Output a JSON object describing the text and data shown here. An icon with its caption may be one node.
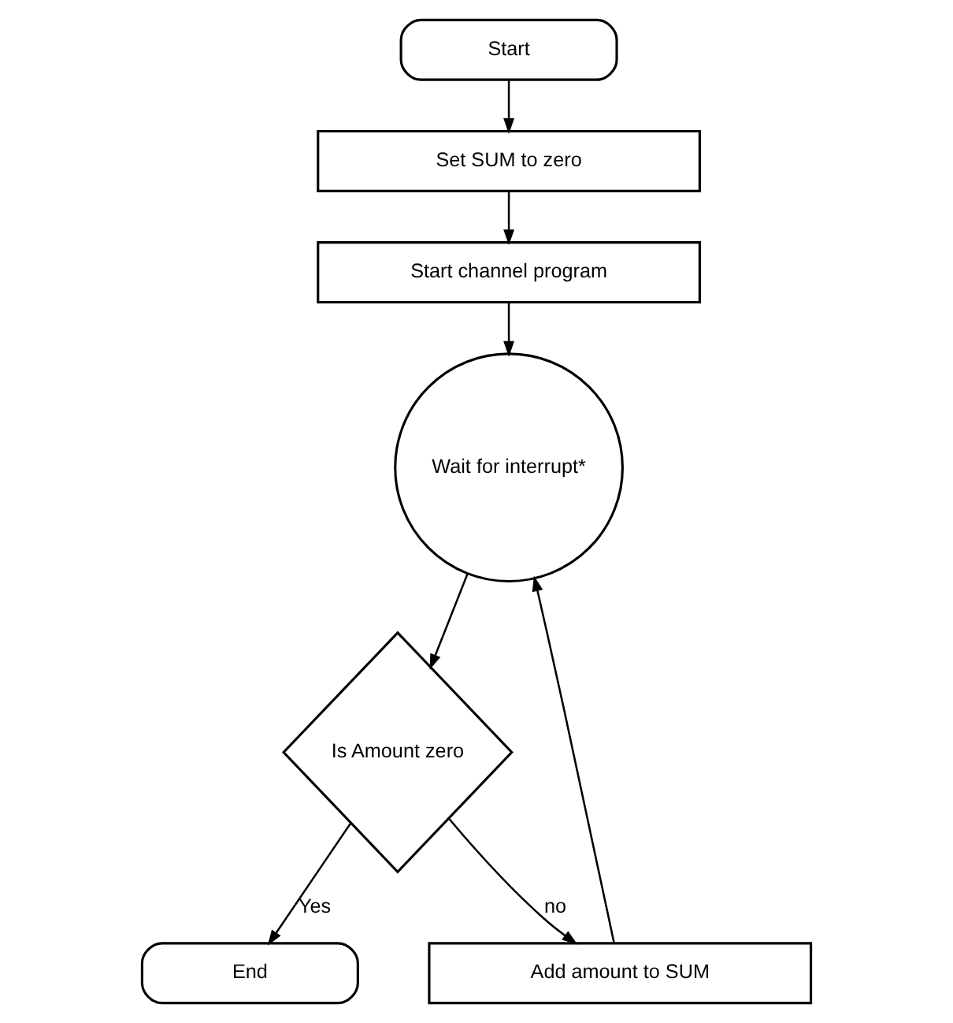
{
  "diagram": {
    "nodes": [
      {
        "text": [
          "Start"
        ]
      },
      {
        "text": [
          "Set SUM to zero"
        ]
      },
      {
        "text": [
          "Start channel program"
        ]
      },
      {
        "text": [
          "Wait for interrupt*"
        ]
      },
      {
        "text": [
          "Is Amount zero"
        ]
      },
      {
        "text": [
          "Add amount to SUM"
        ]
      },
      {
        "text": [
          "End"
        ]
      }
    ],
    "edges": [
      {
        "from": 0,
        "to": 1,
        "arrow": "to"
      },
      {
        "from": 1,
        "to": 2,
        "arrow": "to"
      },
      {
        "from": 2,
        "to": 3,
        "arrow": "to"
      },
      {
        "from": 3,
        "to": 4,
        "arrow": "to"
      },
      {
        "from": 4,
        "to": 6,
        "arrow": "to",
        "label": "Yes"
      },
      {
        "from": 4,
        "to": 5,
        "arrow": "to",
        "label": "no"
      },
      {
        "from": 5,
        "to": 3,
        "arrow": "to"
      }
    ]
  }
}
